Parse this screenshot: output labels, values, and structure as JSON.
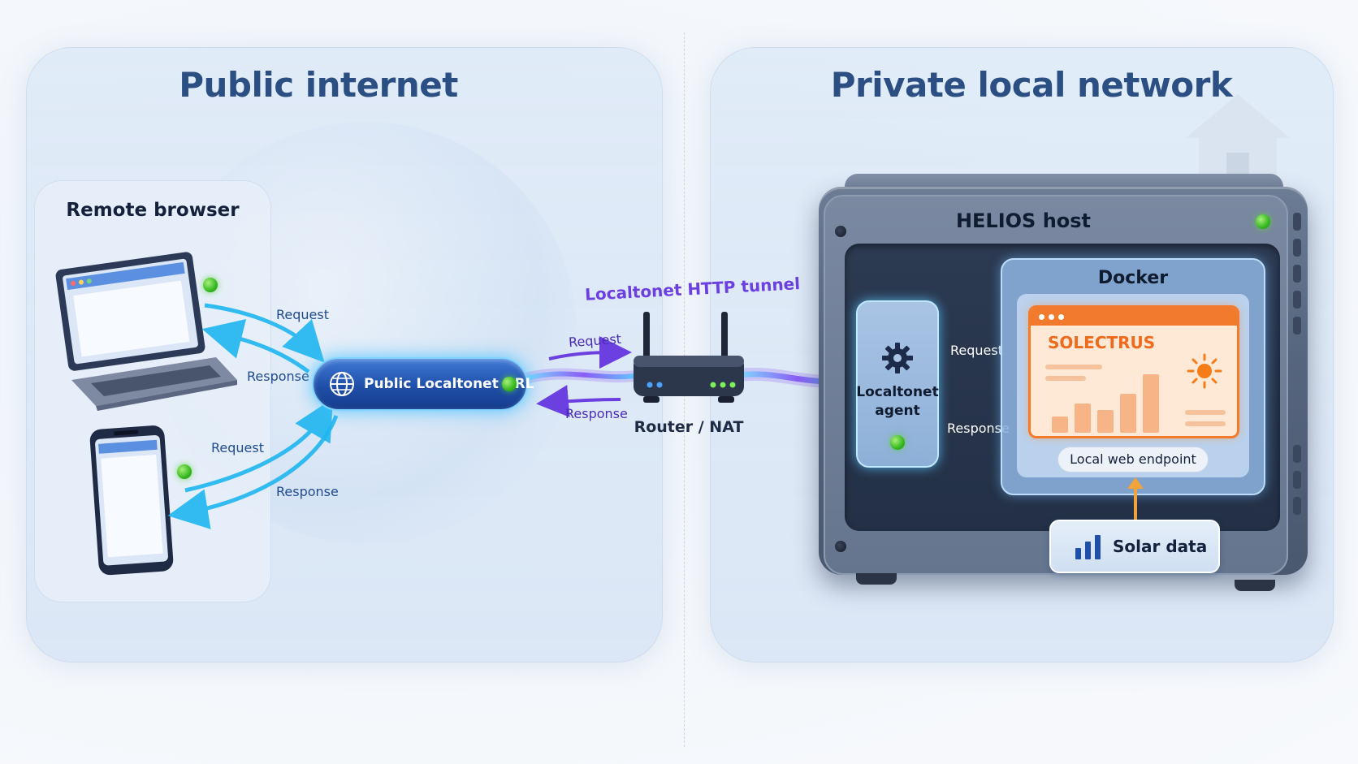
{
  "regions": {
    "public": {
      "title": "Public internet"
    },
    "private": {
      "title": "Private local network"
    }
  },
  "remote_browser": {
    "title": "Remote browser",
    "laptop_request": "Request",
    "laptop_response": "Response",
    "phone_request": "Request",
    "phone_response": "Response"
  },
  "public_url": {
    "label": "Public Localtonet URL"
  },
  "tunnel": {
    "title": "Localtonet HTTP tunnel",
    "request": "Request",
    "response": "Response"
  },
  "router": {
    "label": "Router / NAT"
  },
  "host": {
    "title": "HELIOS host",
    "agent": {
      "line1": "Localtonet",
      "line2": "agent"
    },
    "agent_request": "Request",
    "agent_response": "Response",
    "docker": {
      "title": "Docker",
      "app_name": "SOLECTRUS",
      "endpoint": "Local web endpoint"
    },
    "solar": {
      "label": "Solar data"
    }
  },
  "colors": {
    "title_blue": "#2b4e83",
    "flow_cyan": "#1fb6f0",
    "tunnel_purple": "#6b3fe0",
    "status_green": "#35b81f",
    "app_orange": "#f27a2c",
    "host_gray": "#5f6e87"
  },
  "icons": [
    "globe-icon",
    "gear-icon",
    "sun-icon",
    "bar-chart-icon",
    "laptop-icon",
    "phone-icon",
    "router-icon",
    "house-icon"
  ]
}
